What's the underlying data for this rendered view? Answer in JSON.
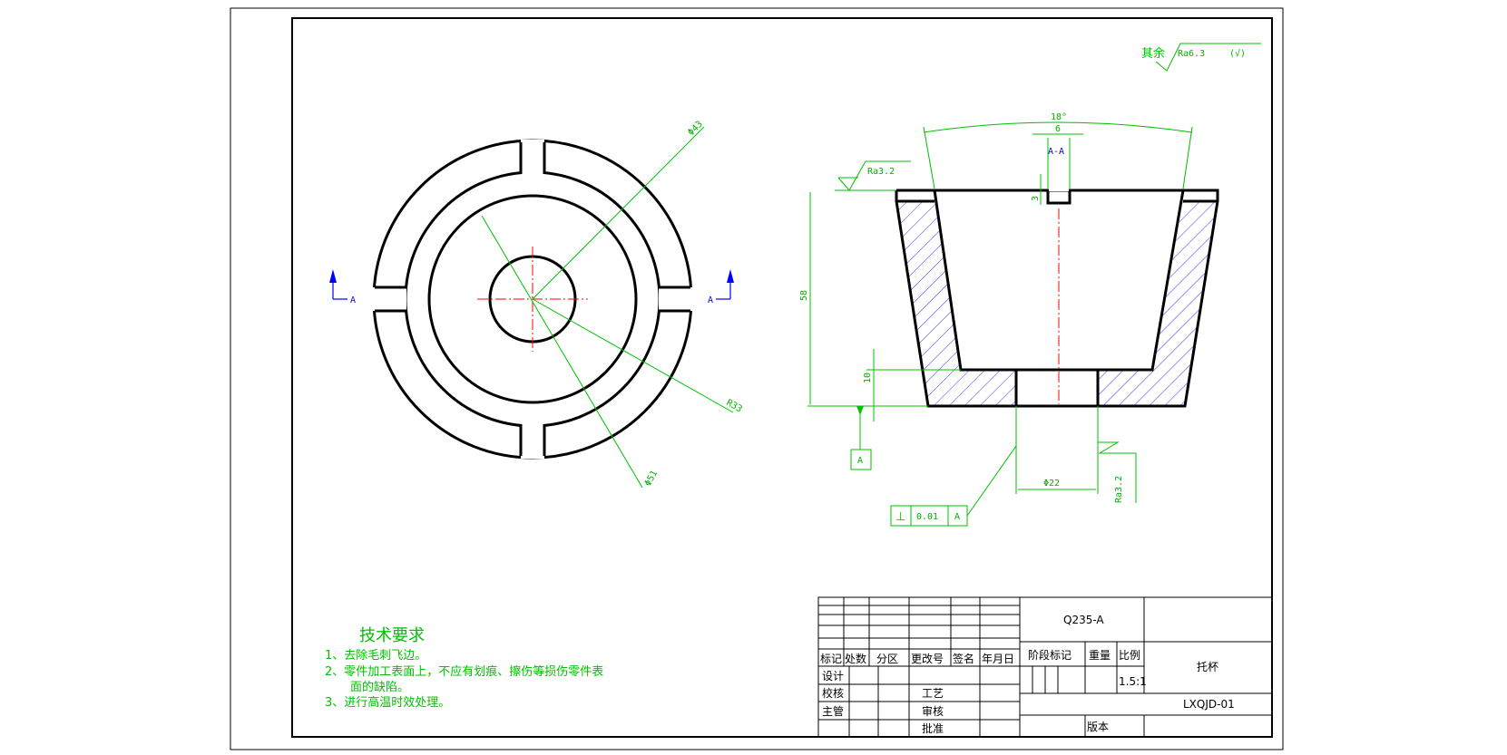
{
  "drawing": {
    "surface_roughness_other": {
      "prefix": "其余",
      "value": "Ra6.3",
      "suffix": "(√)"
    },
    "roughness_top": "Ra3.2",
    "roughness_bottom": "Ra3.2",
    "dims": {
      "angle": "18°",
      "slot_width": "6",
      "slot_depth": "3",
      "height": "58",
      "base_height": "10",
      "bore_dia": "Φ22",
      "d43": "Φ43",
      "r33": "R33",
      "d51": "Φ51"
    },
    "section_label": "A-A",
    "section_mark": "A",
    "datum": "A",
    "tolerance": {
      "symbol": "⊥",
      "value": "0.01",
      "datum": "A"
    }
  },
  "tech_requirements": {
    "title": "技术要求",
    "items": [
      "1、去除毛刺飞边。",
      "2、零件加工表面上，不应有划痕、擦伤等损伤零件表",
      "面的缺陷。",
      "3、进行高温时效处理。"
    ]
  },
  "title_block": {
    "material": "Q235-A",
    "part_name": "托杯",
    "drawing_no": "LXQJD-01",
    "scale_value": "1.5:1",
    "headers": [
      "标记",
      "处数",
      "分区",
      "更改号",
      "签名",
      "年月日"
    ],
    "stage_label": "阶段标记",
    "weight_label": "重量",
    "scale_label": "比例",
    "design": "设计",
    "check": "校核",
    "supervisor": "主管",
    "process": "工艺",
    "review": "审核",
    "approve": "批准",
    "edition": "版本"
  }
}
